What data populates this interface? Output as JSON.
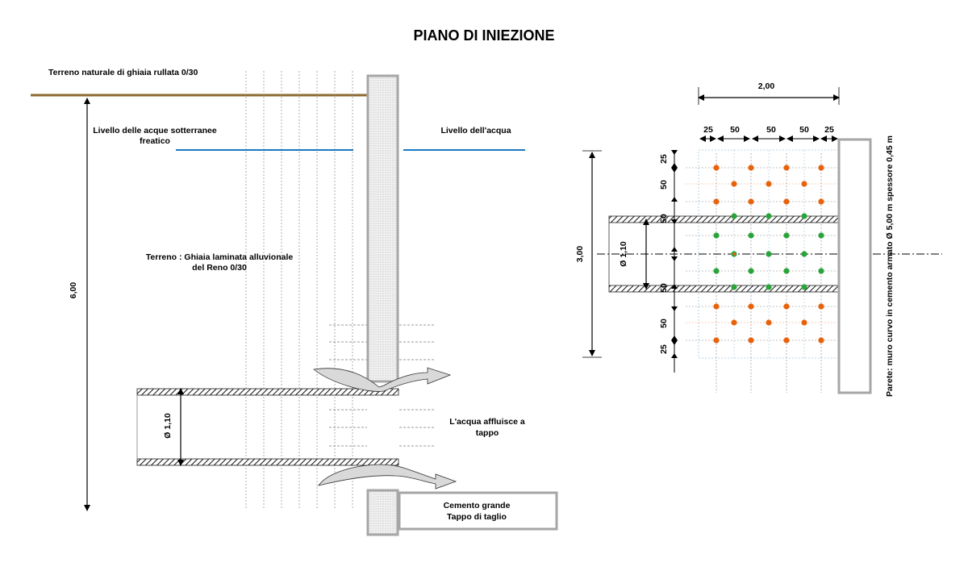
{
  "title": "PIANO DI INIEZIONE",
  "left": {
    "ground_label": "Terreno naturale di ghiaia rullata 0/30",
    "groundwater_label_line1": "Livello delle acque sotterranee",
    "groundwater_label_line2": "freatico",
    "water_level_label": "Livello dell'acqua",
    "soil_label_line1": "Terreno : Ghiaia laminata alluvionale",
    "soil_label_line2": "del Reno 0/30",
    "depth_dim": "6,00",
    "pipe_dim": "Ø 1,10",
    "flow_label_line1": "L'acqua affluisce a",
    "flow_label_line2": "tappo",
    "plug_label_line1": "Cemento grande",
    "plug_label_line2": "Tappo di taglio"
  },
  "right": {
    "width_dim": "2,00",
    "top_spacing": [
      "25",
      "50",
      "50",
      "50",
      "25"
    ],
    "height_dim": "3,00",
    "pipe_dim": "Ø 1,10",
    "vert_spacing": [
      "25",
      "50",
      "50",
      "50",
      "50",
      "25"
    ],
    "wall_label": "Parete: muro curvo in cemento armato Ø 5,00 m spessore 0,45 m"
  },
  "colors": {
    "ground": "#8b6a2f",
    "water": "#1a78c2",
    "orange_dot": "#e8620c",
    "green_dot": "#2aa43a",
    "wall": "#a6a6a6"
  }
}
